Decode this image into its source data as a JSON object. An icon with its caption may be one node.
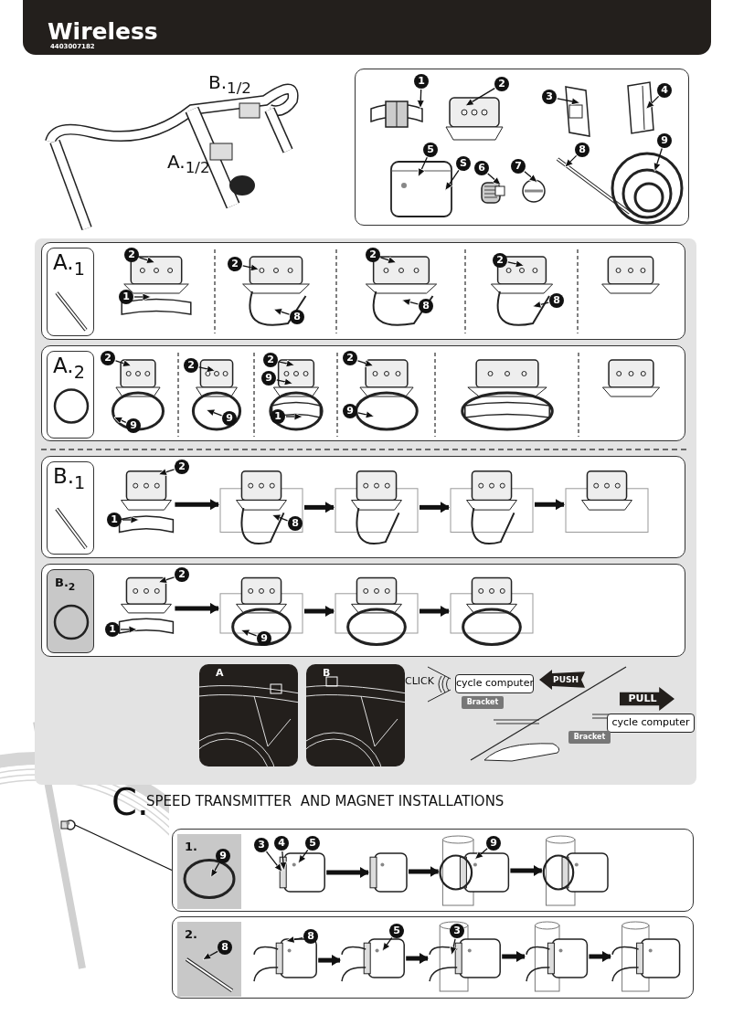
{
  "diagram": {
    "title": "Wireless",
    "nodes": [
      {
        "text": [],
        "shape": "box"
      },
      {
        "text": [
          "1"
        ],
        "in": 0
      },
      {
        "text": [
          "2"
        ],
        "in": 0
      },
      {
        "text": [
          "3"
        ],
        "in": 0
      },
      {
        "text": [
          "4"
        ],
        "in": 0
      },
      {
        "text": [
          "5"
        ],
        "in": 0
      },
      {
        "text": [
          "6"
        ],
        "in": 0
      },
      {
        "text": [
          "7"
        ],
        "in": 0
      },
      {
        "text": [
          "8"
        ],
        "in": 0
      },
      {
        "text": [
          "9"
        ],
        "in": 0
      },
      {
        "text": [
          "S"
        ],
        "in": 0
      },
      {
        "text": [],
        "shape": "box"
      },
      {
        "text": [
          "A.$_{1}$"
        ],
        "in": 11
      },
      {
        "text": [],
        "shape": "picture",
        "in": 11
      },
      {
        "text": [],
        "shape": "picture",
        "in": 11
      },
      {
        "text": [],
        "shape": "picture",
        "in": 11
      },
      {
        "text": [],
        "shape": "picture",
        "in": 11
      },
      {
        "text": [],
        "shape": "picture",
        "in": 11
      },
      {
        "text": [
          "2"
        ],
        "in": 11
      },
      {
        "text": [
          "1"
        ],
        "in": 11
      },
      {
        "text": [
          "2"
        ],
        "in": 11
      },
      {
        "text": [
          "8"
        ],
        "in": 14
      },
      {
        "text": [
          "2"
        ],
        "in": 11
      },
      {
        "text": [
          "8"
        ],
        "in": 15
      },
      {
        "text": [
          "2"
        ],
        "in": 11
      },
      {
        "text": [
          "8"
        ],
        "in": 11
      },
      {
        "text": [],
        "shape": "box"
      },
      {
        "text": [
          "A.$_{2}$"
        ],
        "in": 26
      },
      {
        "text": [],
        "shape": "picture",
        "in": 26
      },
      {
        "text": [],
        "shape": "picture",
        "in": 26
      },
      {
        "text": [],
        "shape": "picture",
        "in": 26
      },
      {
        "text": [],
        "shape": "picture",
        "in": 26
      },
      {
        "text": [],
        "shape": "picture",
        "in": 26
      },
      {
        "text": [],
        "shape": "picture",
        "in": 26
      },
      {
        "text": [
          "2"
        ],
        "in": 26
      },
      {
        "text": [
          "9"
        ],
        "in": 26
      },
      {
        "text": [
          "2"
        ],
        "in": 26
      },
      {
        "text": [
          "9"
        ],
        "in": 29
      },
      {
        "text": [
          "2"
        ],
        "in": 26
      },
      {
        "text": [
          "9"
        ],
        "in": 26
      },
      {
        "text": [
          "1"
        ],
        "in": 30
      },
      {
        "text": [
          "2"
        ],
        "in": 26
      },
      {
        "text": [
          "9"
        ],
        "in": 26
      },
      {
        "text": [],
        "shape": "box"
      },
      {
        "text": [
          "B.$_{1}$"
        ],
        "in": 43
      },
      {
        "text": [],
        "shape": "picture",
        "in": 43
      },
      {
        "text": [],
        "shape": "picture",
        "in": 43
      },
      {
        "text": [],
        "shape": "picture",
        "in": 43
      },
      {
        "text": [],
        "shape": "picture",
        "in": 43
      },
      {
        "text": [],
        "shape": "picture",
        "in": 43
      },
      {
        "text": [
          "2"
        ],
        "in": 43
      },
      {
        "text": [
          "1"
        ],
        "in": 43
      },
      {
        "text": [
          "8"
        ],
        "in": 46
      },
      {
        "text": [],
        "shape": "box"
      },
      {
        "text": [
          "B.$_{2}$"
        ],
        "in": 53
      },
      {
        "text": [],
        "shape": "picture",
        "in": 53
      },
      {
        "text": [],
        "shape": "picture",
        "in": 53
      },
      {
        "text": [],
        "shape": "picture",
        "in": 53
      },
      {
        "text": [],
        "shape": "picture",
        "in": 53
      },
      {
        "text": [
          "2"
        ],
        "in": 53
      },
      {
        "text": [
          "1"
        ],
        "in": 53
      },
      {
        "text": [
          "9"
        ],
        "in": 53
      },
      {
        "text": [
          "A"
        ]
      },
      {
        "text": [
          "B"
        ]
      },
      {
        "text": [
          "cycle computer"
        ]
      },
      {
        "text": [
          "Bracket"
        ]
      },
      {
        "text": [
          "PUSH"
        ]
      },
      {
        "text": [
          "PULL"
        ]
      },
      {
        "text": [
          "cycle computer"
        ]
      },
      {
        "text": [
          "Bracket"
        ]
      },
      {
        "text": [],
        "shape": "box"
      },
      {
        "text": [
          "1."
        ],
        "in": 70
      },
      {
        "text": [
          "9"
        ],
        "in": 71
      },
      {
        "text": [],
        "shape": "picture",
        "in": 70
      },
      {
        "text": [],
        "shape": "picture",
        "in": 70
      },
      {
        "text": [],
        "shape": "picture",
        "in": 70
      },
      {
        "text": [],
        "shape": "picture",
        "in": 70
      },
      {
        "text": [
          "3"
        ],
        "in": 70
      },
      {
        "text": [
          "4"
        ],
        "in": 70
      },
      {
        "text": [
          "5"
        ],
        "in": 70
      },
      {
        "text": [
          "9"
        ],
        "in": 75
      },
      {
        "text": [],
        "shape": "box"
      },
      {
        "text": [
          "2."
        ],
        "in": 81
      },
      {
        "text": [
          "8"
        ],
        "in": 82
      },
      {
        "text": [],
        "shape": "picture",
        "in": 81
      },
      {
        "text": [],
        "shape": "picture",
        "in": 81
      },
      {
        "text": [],
        "shape": "picture",
        "in": 81
      },
      {
        "text": [],
        "shape": "picture",
        "in": 81
      },
      {
        "text": [],
        "shape": "picture",
        "in": 81
      },
      {
        "text": [
          "8"
        ],
        "in": 81
      },
      {
        "text": [
          "5"
        ],
        "in": 81
      },
      {
        "text": [
          "3"
        ],
        "in": 86
      },
      {
        "text": [],
        "shape": "picture"
      },
      {
        "text": [],
        "shape": "picture",
        "in": 0
      },
      {
        "text": [],
        "shape": "picture",
        "in": 0
      },
      {
        "text": [],
        "shape": "picture",
        "in": 0
      },
      {
        "text": [],
        "shape": "picture",
        "in": 0
      },
      {
        "text": [],
        "shape": "picture",
        "in": 0
      },
      {
        "text": [],
        "shape": "picture",
        "in": 0
      },
      {
        "text": [],
        "shape": "picture",
        "in": 0
      },
      {
        "text": [],
        "shape": "picture",
        "in": 0
      },
      {
        "text": [],
        "shape": "picture",
        "in": 0
      }
    ],
    "edges": [
      {
        "from": 1,
        "to": 93,
        "arrow": "to"
      },
      {
        "from": 2,
        "to": 94,
        "arrow": "to"
      },
      {
        "from": 3,
        "to": 95,
        "arrow": "to"
      },
      {
        "from": 4,
        "to": 96,
        "arrow": "to"
      },
      {
        "from": 5,
        "to": 97,
        "arrow": "to"
      },
      {
        "from": 6,
        "to": 98,
        "arrow": "to"
      },
      {
        "from": 7,
        "to": 99,
        "arrow": "to"
      },
      {
        "from": 8,
        "to": 100,
        "arrow": "to"
      },
      {
        "from": 9,
        "to": 101,
        "arrow": "to"
      },
      {
        "from": 10,
        "to": 97,
        "arrow": "to"
      },
      {
        "from": 18,
        "to": 13,
        "arrow": "to"
      },
      {
        "from": 19,
        "to": 13,
        "arrow": "to"
      },
      {
        "from": 20,
        "to": 14,
        "arrow": "to"
      },
      {
        "from": 21,
        "to": 14,
        "arrow": "to"
      },
      {
        "from": 22,
        "to": 15,
        "arrow": "to"
      },
      {
        "from": 23,
        "to": 15,
        "arrow": "to"
      },
      {
        "from": 24,
        "to": 16,
        "arrow": "to"
      },
      {
        "from": 25,
        "to": 16,
        "arrow": "to"
      },
      {
        "from": 34,
        "to": 28,
        "arrow": "to"
      },
      {
        "from": 35,
        "to": 28,
        "arrow": "to"
      },
      {
        "from": 36,
        "to": 29,
        "arrow": "to"
      },
      {
        "from": 37,
        "to": 29,
        "arrow": "to"
      },
      {
        "from": 38,
        "to": 30,
        "arrow": "to"
      },
      {
        "from": 39,
        "to": 30,
        "arrow": "to"
      },
      {
        "from": 40,
        "to": 30,
        "arrow": "to"
      },
      {
        "from": 41,
        "to": 31,
        "arrow": "to"
      },
      {
        "from": 42,
        "to": 31,
        "arrow": "to"
      },
      {
        "from": 50,
        "to": 45,
        "arrow": "to"
      },
      {
        "from": 51,
        "to": 45,
        "arrow": "to"
      },
      {
        "from": 52,
        "to": 46,
        "arrow": "to"
      },
      {
        "from": 59,
        "to": 55,
        "arrow": "to"
      },
      {
        "from": 60,
        "to": 55,
        "arrow": "to"
      },
      {
        "from": 61,
        "to": 56,
        "arrow": "to"
      },
      {
        "from": 72,
        "to": null,
        "arrow": "to"
      },
      {
        "from": 77,
        "to": 73,
        "arrow": "to"
      },
      {
        "from": 78,
        "to": 73,
        "arrow": "to"
      },
      {
        "from": 79,
        "to": 73,
        "arrow": "to"
      },
      {
        "from": 80,
        "to": 75,
        "arrow": "to"
      },
      {
        "from": 83,
        "to": null,
        "arrow": "to"
      },
      {
        "from": 89,
        "to": 84,
        "arrow": "to"
      },
      {
        "from": 90,
        "to": 85,
        "arrow": "to"
      },
      {
        "from": 91,
        "to": 86,
        "arrow": "to"
      },
      {
        "from": 45,
        "to": 46,
        "arrow": "to",
        "style": "thick"
      },
      {
        "from": 46,
        "to": 47,
        "arrow": "to",
        "style": "thick"
      },
      {
        "from": 47,
        "to": 48,
        "arrow": "to",
        "style": "thick"
      },
      {
        "from": 48,
        "to": 49,
        "arrow": "to",
        "style": "thick"
      },
      {
        "from": 55,
        "to": 56,
        "arrow": "to",
        "style": "thick"
      },
      {
        "from": 56,
        "to": 57,
        "arrow": "to",
        "style": "thick"
      },
      {
        "from": 57,
        "to": 58,
        "arrow": "to",
        "style": "thick"
      },
      {
        "from": 73,
        "to": 74,
        "arrow": "to",
        "style": "thick"
      },
      {
        "from": 74,
        "to": 75,
        "arrow": "to",
        "style": "thick"
      },
      {
        "from": 75,
        "to": 76,
        "arrow": "to",
        "style": "thick"
      },
      {
        "from": 84,
        "to": 85,
        "arrow": "to",
        "style": "thick"
      },
      {
        "from": 85,
        "to": 86,
        "arrow": "to",
        "style": "thick"
      },
      {
        "from": 86,
        "to": 87,
        "arrow": "to",
        "style": "thick"
      },
      {
        "from": 87,
        "to": 88,
        "arrow": "to",
        "style": "thick"
      },
      {
        "from": 92,
        "to": 70,
        "arrow": "none"
      }
    ],
    "labels": [
      "4403007182",
      "B.$_{1/2}$",
      "A.$_{1/2}$",
      "CLICK",
      "C.",
      "SPEED TRANSMITTER  AND MAGNET INSTALLATIONS"
    ]
  }
}
